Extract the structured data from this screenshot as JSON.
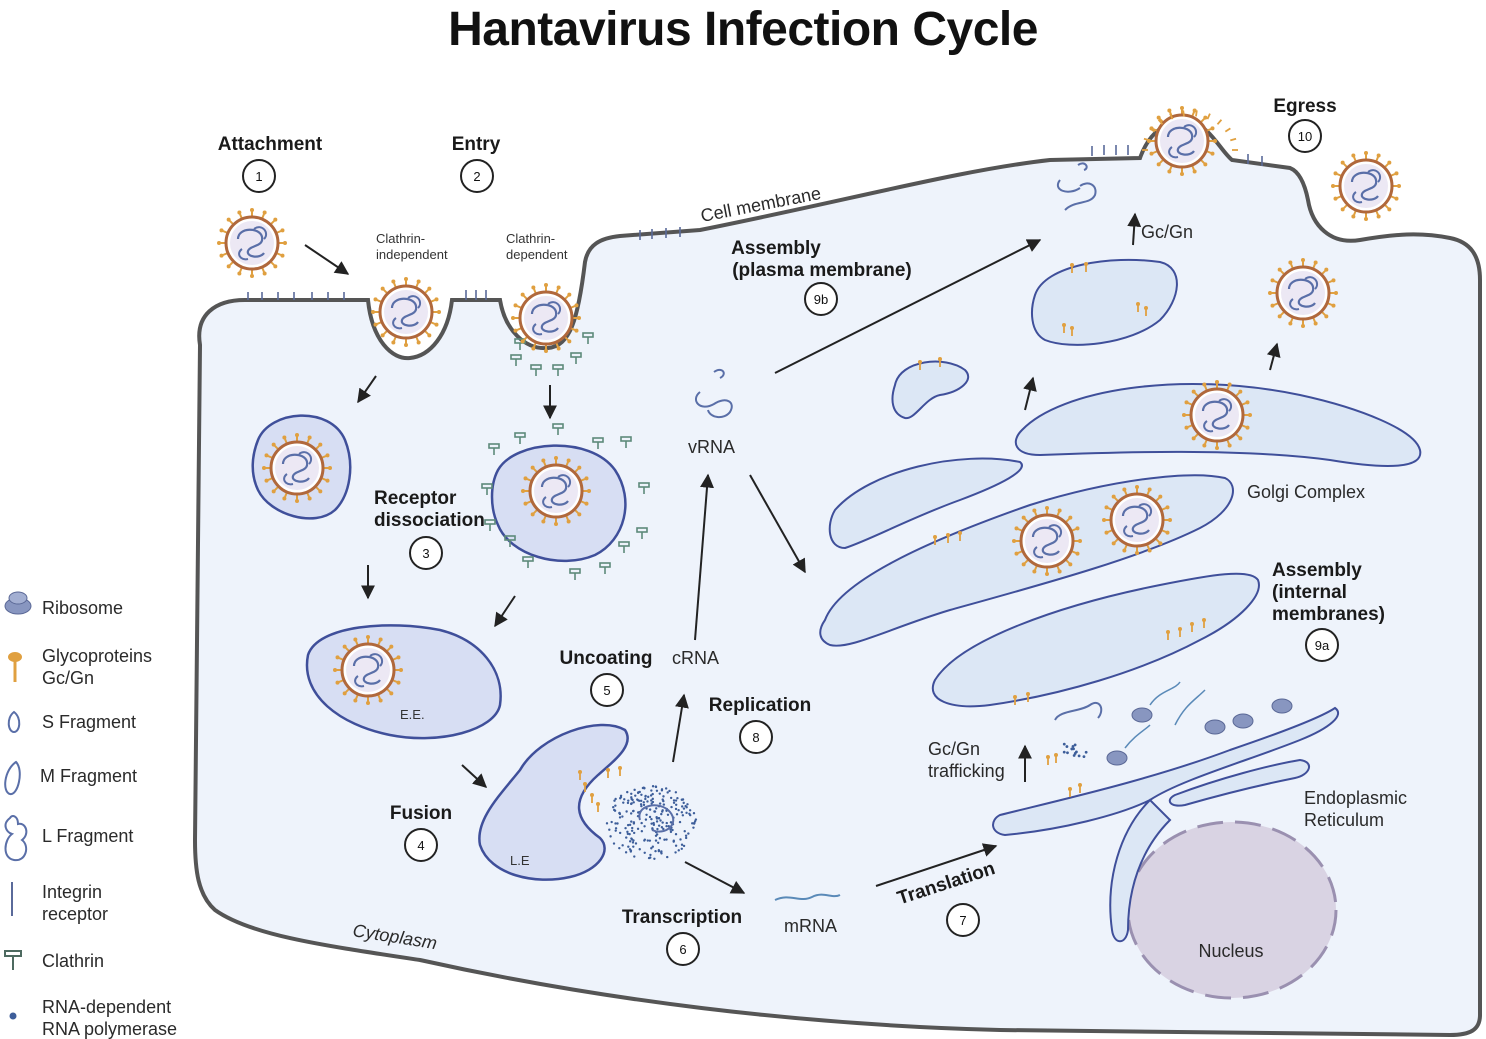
{
  "title": "Hantavirus Infection Cycle",
  "steps": {
    "attachment": {
      "label": "Attachment",
      "num": "1"
    },
    "entry": {
      "label": "Entry",
      "num": "2"
    },
    "receptor_dissociation": {
      "line1": "Receptor",
      "line2": "dissociation",
      "num": "3"
    },
    "fusion": {
      "label": "Fusion",
      "num": "4"
    },
    "uncoating": {
      "label": "Uncoating",
      "num": "5"
    },
    "transcription": {
      "label": "Transcription",
      "num": "6"
    },
    "translation": {
      "label": "Translation",
      "num": "7"
    },
    "replication": {
      "label": "Replication",
      "num": "8"
    },
    "assembly_internal": {
      "line1": "Assembly",
      "line2": "(internal",
      "line3": "membranes)",
      "num": "9a"
    },
    "assembly_plasma": {
      "line1": "Assembly",
      "line2": "(plasma membrane)",
      "num": "9b"
    },
    "egress": {
      "label": "Egress",
      "num": "10"
    }
  },
  "labels": {
    "clathrin_independent": {
      "line1": "Clathrin-",
      "line2": "independent"
    },
    "clathrin_dependent": {
      "line1": "Clathrin-",
      "line2": "dependent"
    },
    "cell_membrane": "Cell membrane",
    "cytoplasm": "Cytoplasm",
    "early_endosome": "E.E.",
    "late_endosome": "L.E",
    "vrna": "vRNA",
    "crna": "cRNA",
    "mrna": "mRNA",
    "gc_gn": "Gc/Gn",
    "gc_gn_trafficking": {
      "line1": "Gc/Gn",
      "line2": "trafficking"
    },
    "golgi": "Golgi Complex",
    "er": {
      "line1": "Endoplasmic",
      "line2": "Reticulum"
    },
    "nucleus": "Nucleus"
  },
  "legend": {
    "ribosome": "Ribosome",
    "glycoproteins": {
      "line1": "Glycoproteins",
      "line2": "Gc/Gn"
    },
    "s_fragment": "S Fragment",
    "m_fragment": "M Fragment",
    "l_fragment": "L Fragment",
    "integrin": {
      "line1": "Integrin",
      "line2": "receptor"
    },
    "clathrin": "Clathrin",
    "rdrp": {
      "line1": "RNA-dependent",
      "line2": "RNA polymerase"
    }
  },
  "colors": {
    "cytoplasm": "#eef3fb",
    "membrane": "#555555",
    "organelle": "#dce7f5",
    "organelle_stroke": "#3f4f9a",
    "endosome": "#d7def3",
    "virion_shell": "#b0683c",
    "spike": "#e0a040",
    "rna": "#5a6fa8",
    "clathrin": "#5d8a7a",
    "nucleus": "#d9d3e3"
  }
}
